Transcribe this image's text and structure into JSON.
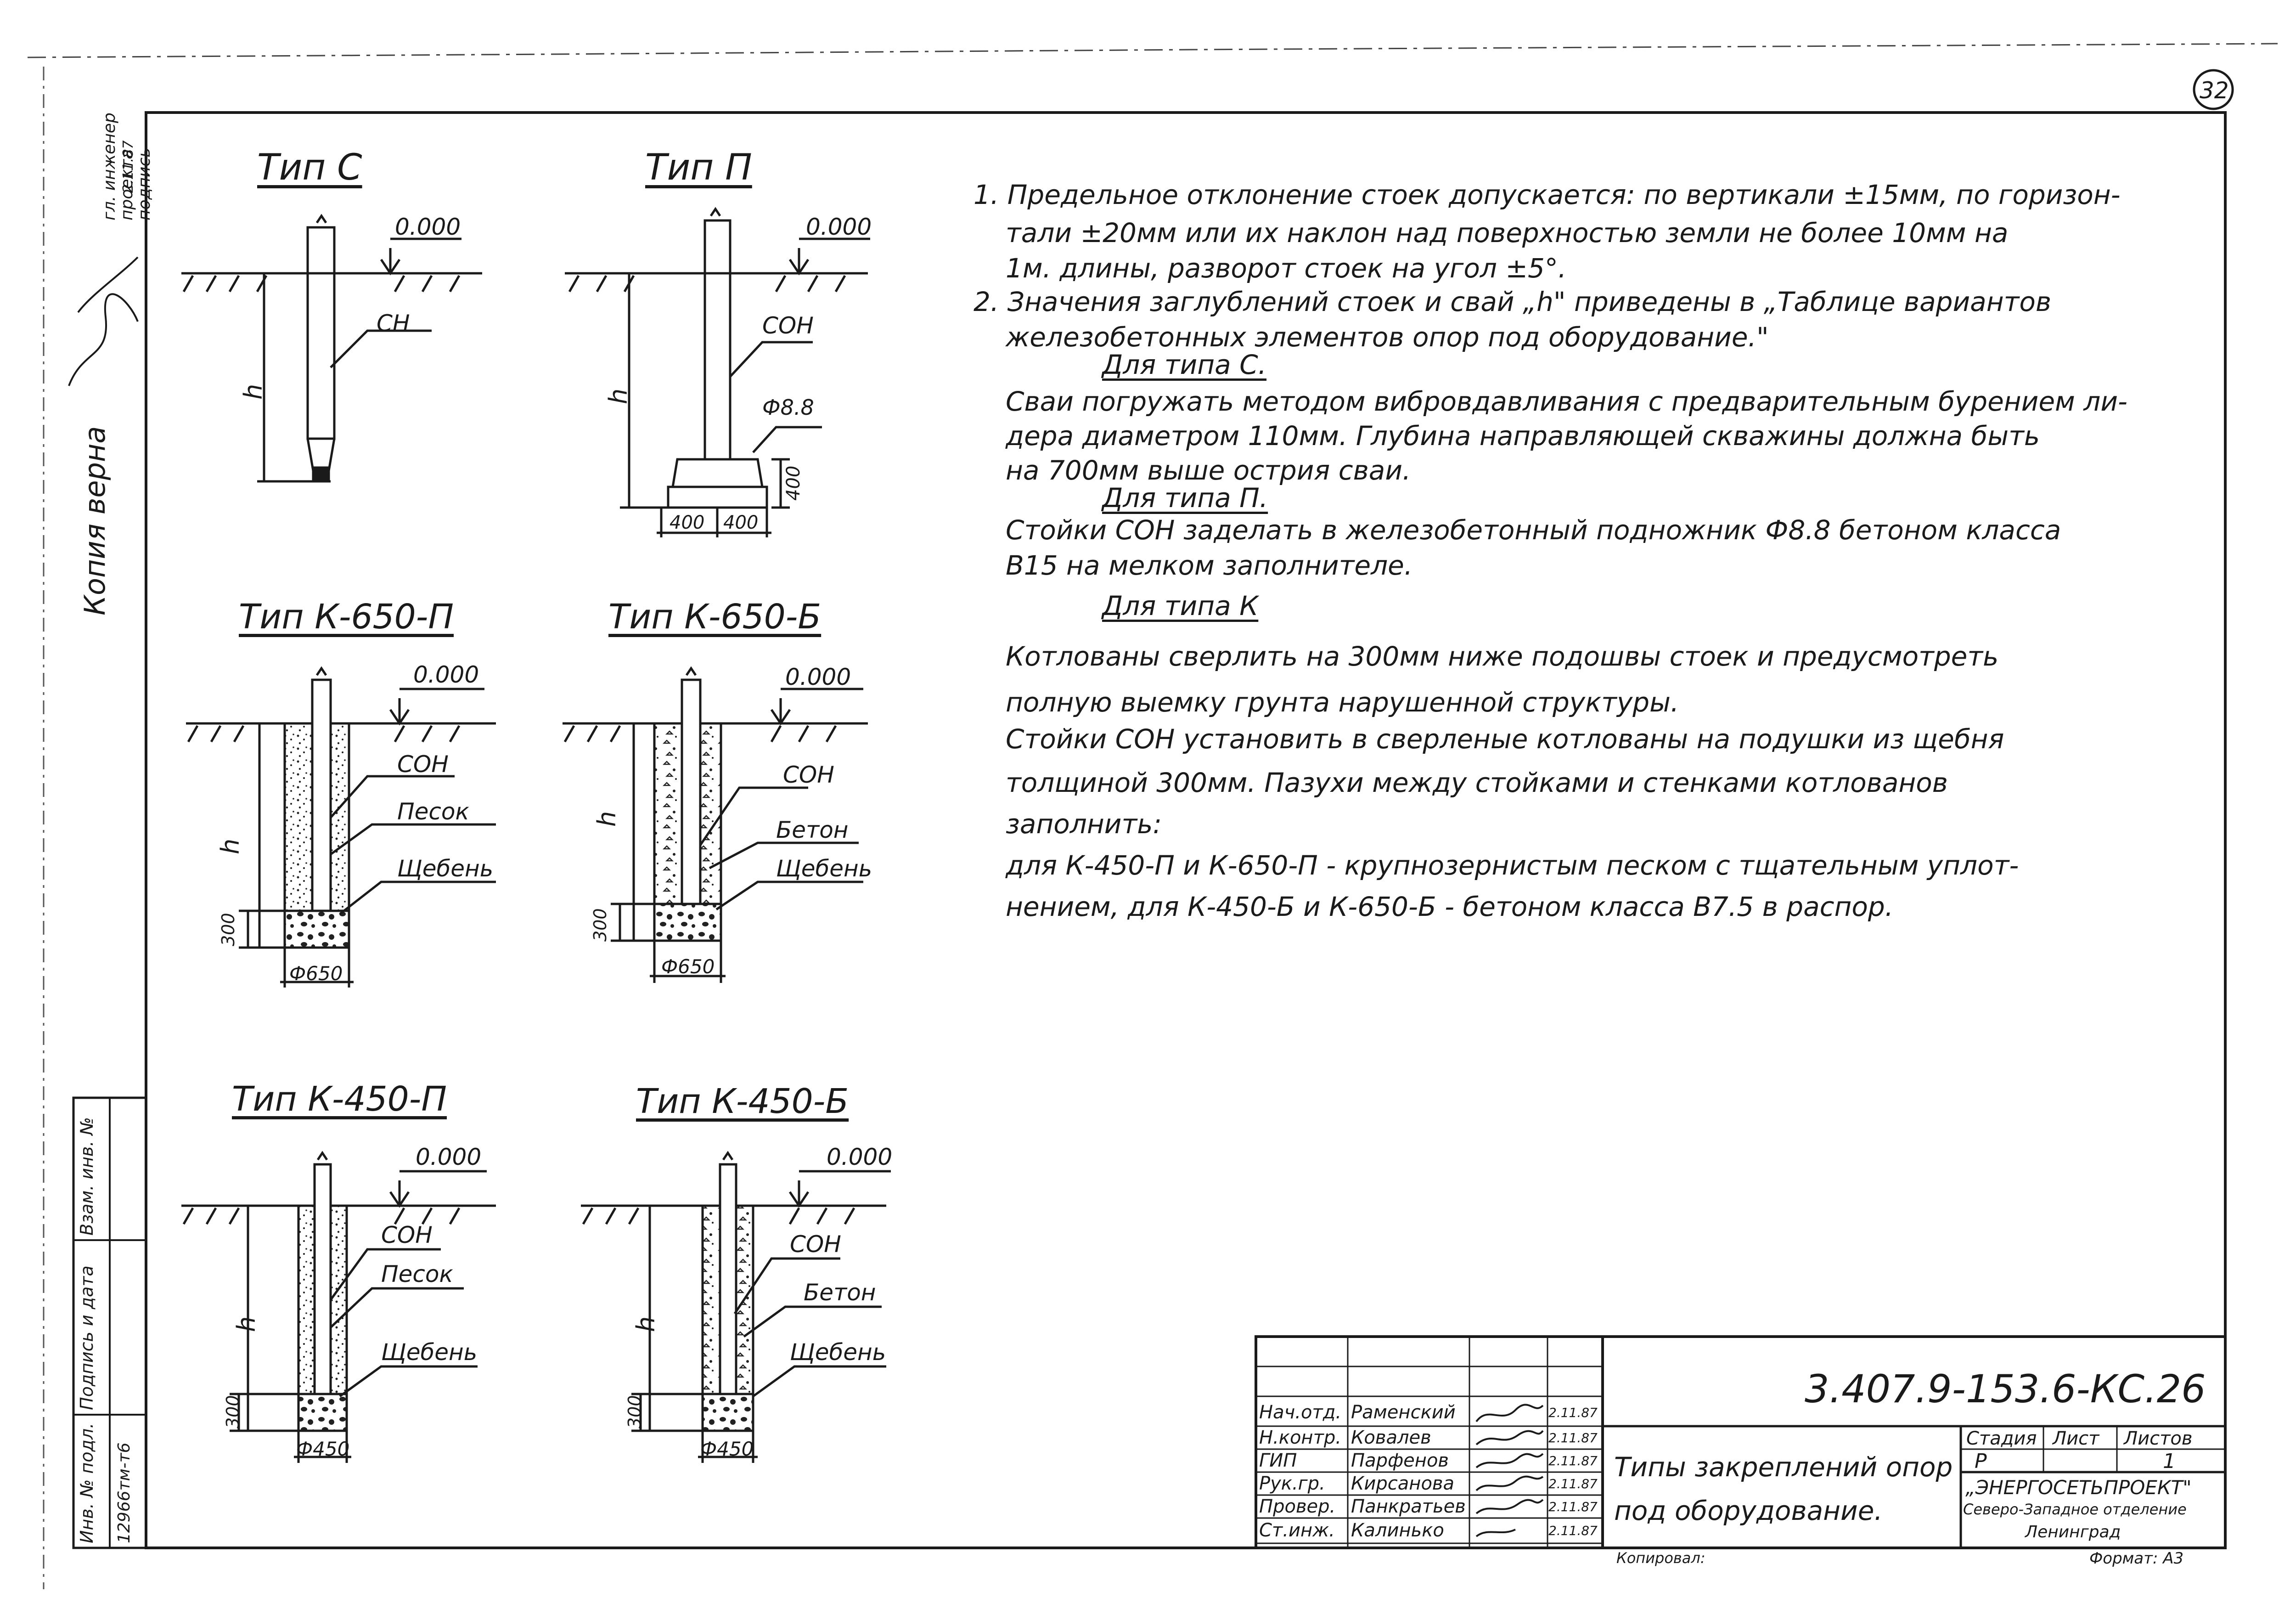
{
  "sheet": {
    "number": "32"
  },
  "margin_notes": {
    "top_left_lines": [
      "гл. инженер",
      "проекта",
      "подпись"
    ],
    "date": "2.11.87",
    "copy_note": "Копия верна"
  },
  "side_stamp": {
    "labels": [
      "Инв. № подл.",
      "Подпись и дата",
      "Взам. инв. №"
    ],
    "inv_value": "12966тм-т6"
  },
  "diagrams": {
    "type_c": {
      "title": "Тип С",
      "level": "0.000",
      "pile": "СН",
      "depth": "h"
    },
    "type_p": {
      "title": "Тип П",
      "level": "0.000",
      "pile": "СОН",
      "footing": "Ф8.8",
      "depth": "h",
      "height_dim": "400",
      "width_dims": [
        "400",
        "400"
      ]
    },
    "type_k650p": {
      "title": "Тип К-650-П",
      "level": "0.000",
      "pile": "СОН",
      "fill": "Песок",
      "base": "Щебень",
      "depth": "h",
      "base_dim": "300",
      "diameter": "Ф650"
    },
    "type_k650b": {
      "title": "Тип К-650-Б",
      "level": "0.000",
      "pile": "СОН",
      "fill": "Бетон",
      "base": "Щебень",
      "depth": "h",
      "base_dim": "300",
      "diameter": "Ф650"
    },
    "type_k450p": {
      "title": "Тип К-450-П",
      "level": "0.000",
      "pile": "СОН",
      "fill": "Песок",
      "base": "Щебень",
      "depth": "h",
      "base_dim": "300",
      "diameter": "Ф450"
    },
    "type_k450b": {
      "title": "Тип К-450-Б",
      "level": "0.000",
      "pile": "СОН",
      "fill": "Бетон",
      "base": "Щебень",
      "depth": "h",
      "base_dim": "300",
      "diameter": "Ф450"
    }
  },
  "notes": {
    "lines": [
      "1. Предельное отклонение стоек допускается: по вертикали ±15мм, по горизон-",
      "тали ±20мм или их наклон над поверхностью земли не более 10мм на",
      "1м. длины, разворот стоек на угол ±5°.",
      "2. Значения заглублений стоек и свай „h\" приведены в „Таблице вариантов",
      "железобетонных элементов опор под оборудование.\""
    ],
    "sub_c": "Для типа С.",
    "c_lines": [
      "Сваи погружать методом вибровдавливания с предварительным бурением ли-",
      "дера диаметром 110мм. Глубина направляющей скважины должна быть",
      "на 700мм выше острия сваи."
    ],
    "sub_p": "Для типа П.",
    "p_lines": [
      "Стойки СОН заделать в железобетонный подножник Ф8.8 бетоном класса",
      "В15 на мелком заполнителе."
    ],
    "sub_k": "Для типа К",
    "k_lines": [
      "Котлованы сверлить на 300мм ниже подошвы стоек и предусмотреть",
      "полную выемку грунта нарушенной структуры.",
      "Стойки СОН установить в сверленые котлованы на подушки из щебня",
      "толщиной 300мм. Пазухи между стойками и стенками котлованов",
      "заполнить:",
      "для К-450-П и К-650-П - крупнозернистым песком с тщательным уплот-",
      "нением, для К-450-Б и К-650-Б - бетоном класса В7.5 в распор."
    ]
  },
  "title_block": {
    "code": "3.407.9-153.6-КС.26",
    "title_lines": [
      "Типы закреплений опор",
      "под оборудование."
    ],
    "roles": [
      {
        "role": "Нач.отд.",
        "name": "Раменский",
        "date": "2.11.87"
      },
      {
        "role": "Н.контр.",
        "name": "Ковалев",
        "date": "2.11.87"
      },
      {
        "role": "ГИП",
        "name": "Парфенов",
        "date": "2.11.87"
      },
      {
        "role": "Рук.гр.",
        "name": "Кирсанова",
        "date": "2.11.87"
      },
      {
        "role": "Провер.",
        "name": "Панкратьев",
        "date": "2.11.87"
      },
      {
        "role": "Ст.инж.",
        "name": "Калинько",
        "date": "2.11.87"
      }
    ],
    "stage_label": "Стадия",
    "sheet_label": "Лист",
    "sheets_label": "Листов",
    "stage": "Р",
    "sheets": "1",
    "org_lines": [
      "„ЭНЕРГОСЕТЬПРОЕКТ\"",
      "Северо-Западное отделение",
      "Ленинград"
    ],
    "copied": "Копировал:",
    "format": "Формат: А3"
  }
}
